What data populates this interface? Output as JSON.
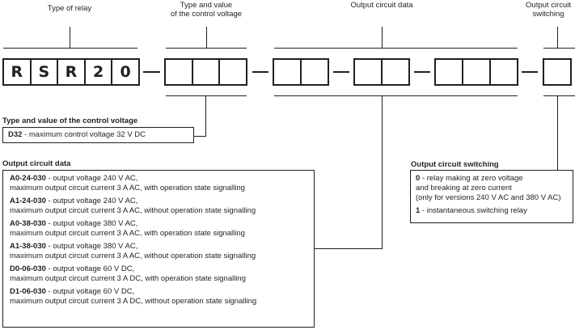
{
  "header_labels": {
    "type_of_relay": "Type of relay",
    "control_voltage_line1": "Type and value",
    "control_voltage_line2": "of the control voltage",
    "output_circuit_data": "Output circuit data",
    "switching_line1": "Output circuit",
    "switching_line2": "switching"
  },
  "code": {
    "relay_chars": [
      "R",
      "S",
      "R",
      "2",
      "0"
    ],
    "control_voltage_cells": 3,
    "output_groups_cells": [
      2,
      2,
      3
    ],
    "switching_cells": 1
  },
  "control_voltage_section": {
    "title": "Type and value of the control voltage",
    "entries": [
      {
        "code": "D32",
        "text": " - maximum control voltage 32 V DC"
      }
    ]
  },
  "output_circuit_section": {
    "title": "Output circuit data",
    "entries": [
      {
        "code": "A0-24-030",
        "line1": " - output voltage 240 V AC,",
        "line2": "maximum output circuit current 3 A AC, with operation state signalling"
      },
      {
        "code": "A1-24-030",
        "line1": " - output voltage 240 V AC,",
        "line2": "maximum output circuit current 3 A AC, without operation state signalling"
      },
      {
        "code": "A0-38-030",
        "line1": " - output voltage 380 V AC,",
        "line2": "maximum output circuit current 3 A AC, with operation state signalling"
      },
      {
        "code": "A1-38-030",
        "line1": " - output voltage 380 V AC,",
        "line2": "maximum output circuit current 3 A AC, without operation state signalling"
      },
      {
        "code": "D0-06-030",
        "line1": " - output voltage 60 V DC,",
        "line2": "maximum output circuit current 3 A DC, with operation state signalling"
      },
      {
        "code": "D1-06-030",
        "line1": " - output voltage 60 V DC,",
        "line2": "maximum output circuit current 3 A DC, without operation state signalling"
      }
    ]
  },
  "switching_section": {
    "title": "Output circuit switching",
    "entries": [
      {
        "code": "0",
        "line1": " - relay making at zero voltage",
        "line2": "and breaking at zero current",
        "line3": "(only for versions 240 V AC and 380 V AC)"
      },
      {
        "code": "1",
        "line1": " - instantaneous switching relay"
      }
    ]
  }
}
